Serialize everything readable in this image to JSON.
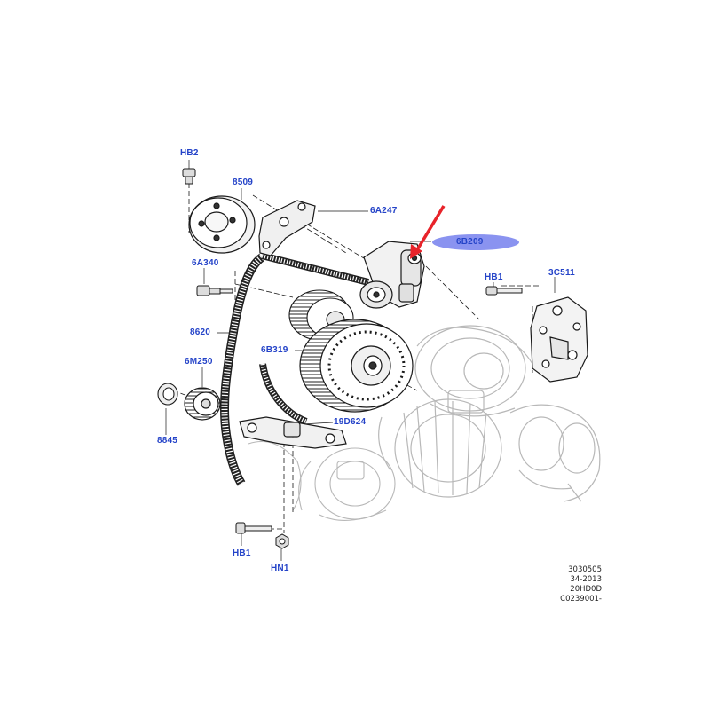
{
  "diagram": {
    "labels": {
      "hb2": "HB2",
      "p8509": "8509",
      "p6a247": "6A247",
      "p6b209": "6B209",
      "p6a340": "6A340",
      "hb1_right": "HB1",
      "p3c511": "3C511",
      "p8620": "8620",
      "p6b319": "6B319",
      "p6m250": "6M250",
      "p19d624": "19D624",
      "p8845": "8845",
      "hb1_bottom": "HB1",
      "hn1": "HN1"
    },
    "reference_codes": [
      "3030505",
      "34-2013",
      "20HD0D",
      "C0239001-"
    ],
    "colors": {
      "label_blue": "#2443c8",
      "highlight": "#8a93f0",
      "arrow": "#e8232a",
      "line": "#1a1a1a",
      "ghost": "#b8b8b8"
    }
  }
}
